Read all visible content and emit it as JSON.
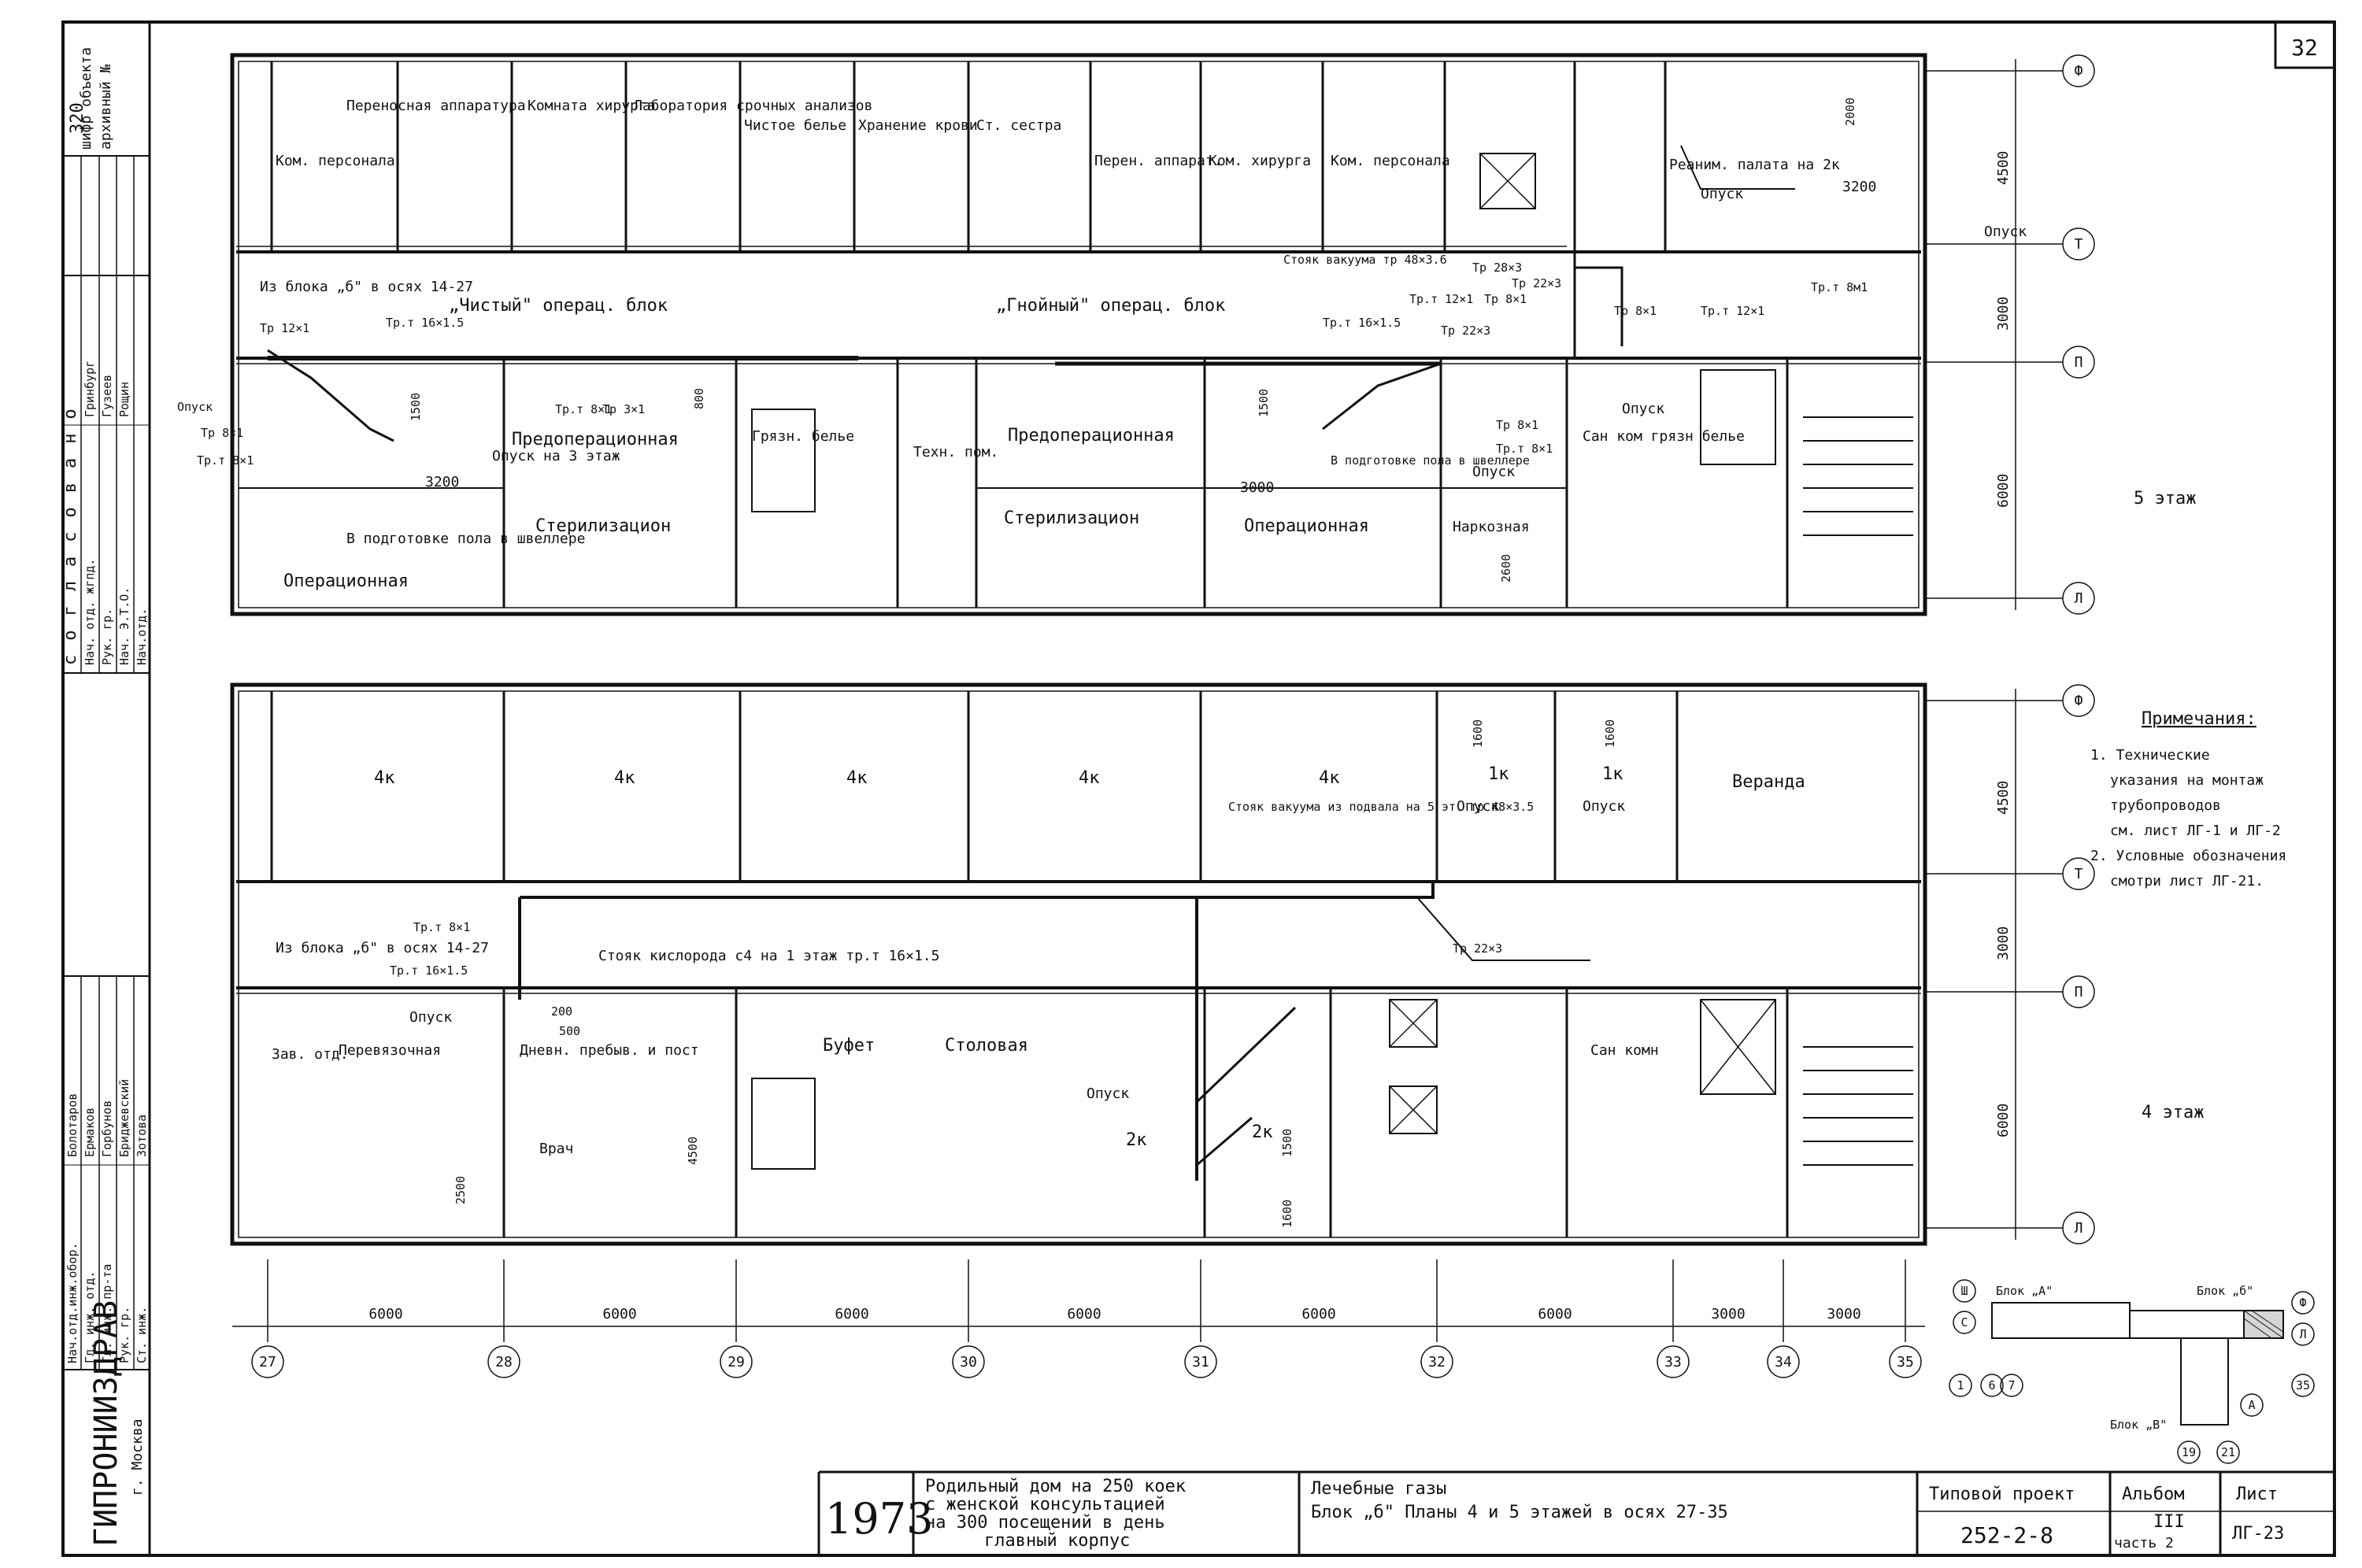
{
  "sheet": {
    "sheet_number": "32",
    "year": "1973",
    "project_name_lines": [
      "Родильный дом на 250 коек",
      "с женской консультацией",
      "на 300 посещений в день",
      "главный корпус"
    ],
    "drawing_title_lines": [
      "Лечебные газы",
      "Блок „б\" Планы 4 и 5 этажей в осях 27-35"
    ],
    "typical_project_label": "Типовой проект",
    "typical_project_number": "252-2-8",
    "album_label": "Альбом",
    "album_number": "III",
    "album_part": "часть 2",
    "list_label": "Лист",
    "list_number": "ЛГ-23",
    "org_name": "ГИПРОНИИЗДРАВ",
    "org_city": "г. Москва",
    "agreed_label": "согласовано",
    "object_code_labels": [
      "шифр объекта",
      "архивный №"
    ],
    "object_code_value": "320"
  },
  "approval": {
    "upper_roles": [
      "Нач.отд.",
      "Нач. отд. жгпд.",
      "Рук. гр.",
      "Нач. Э.Т.О."
    ],
    "upper_names": [
      "Гринбург",
      "Гузеев",
      "Рощин"
    ],
    "lower_roles": [
      "Нач.отд.инж.обор.",
      "Гл. инж. отд.",
      "Гл. инж. пр-та",
      "Рук. гр.",
      "Ст. инж."
    ],
    "lower_names": [
      "Болотаров",
      "Ермаков",
      "Горбунов",
      "Бриджевский",
      "Зотова"
    ]
  },
  "floor5": {
    "floor_label": "5 этаж",
    "rooms": [
      "Ком. персонала",
      "Переносная аппаратура",
      "Комната хирурга",
      "Лаборатория срочных анализов",
      "Чистое белье",
      "Хранение крови",
      "Ст. сестра",
      "Перен. аппарат.",
      "Ком. хирурга",
      "Ком. персонала",
      "Реаним. палата на 2к",
      "Грязн. белье",
      "Техн. пом.",
      "Предоперационная",
      "Предоперационная",
      "Стерилизацион",
      "Операционная",
      "Стерилизацион",
      "Операционная",
      "Наркозная",
      "Сан ком грязн белье"
    ],
    "zone_labels": [
      "„Чистый\" операц. блок",
      "„Гнойный\" операц. блок"
    ],
    "notes": [
      "Из блока „б\" в осях 14-27",
      "Тр 12×1",
      "Тр.т 16×1.5",
      "Опуск",
      "Тр 8×1",
      "Тр.т 8×1",
      "Тр.т 8×1",
      "Тр 3×1",
      "Опуск на 3 этаж",
      "В подготовке пола в швеллере",
      "В подготовке пола в швеллере",
      "Стояк вакуума тр 48×3.6",
      "Тр 28×3",
      "Тр 22×3",
      "Тр.т 12×1",
      "Тр 8×1",
      "Тр.т 16×1.5",
      "Тр 22×3",
      "Тр 8×1",
      "Тр.т 8×1",
      "Опуск",
      "Опуск",
      "Опуск",
      "Опуск",
      "Тр 8×1",
      "Тр.т 12×1",
      "Тр.т 8м1"
    ],
    "dims": [
      "3200",
      "1500",
      "800",
      "1500",
      "3000",
      "2600",
      "3200",
      "2000"
    ]
  },
  "floor4": {
    "floor_label": "4 этаж",
    "rooms": [
      "4к",
      "4к",
      "4к",
      "4к",
      "4к",
      "1к",
      "1к",
      "Веранда",
      "Зав. отд.",
      "Перевязочная",
      "Дневн. пребыв. и пост",
      "Врач",
      "Буфет",
      "Столовая",
      "2к",
      "2к",
      "Сан комн"
    ],
    "notes": [
      "Из блока „б\" в осях 14-27",
      "Тр.т 8×1",
      "Тр.т 16×1.5",
      "Стояк кислорода с4 на 1 этаж тр.т 16×1.5",
      "Опуск",
      "Стояк вакуума из подвала на 5 эт. тр 48×3.5",
      "Опуск",
      "Опуск",
      "Тр 22×3",
      "Опуск"
    ],
    "dims": [
      "200",
      "500",
      "2500",
      "4500",
      "1600",
      "1600",
      "1500",
      "1600"
    ]
  },
  "notes_block": {
    "heading": "Примечания:",
    "lines": [
      "1. Технические",
      "указания на монтаж",
      "трубопроводов",
      "см. лист ЛГ-1 и ЛГ-2",
      "2. Условные обозначения",
      "смотри лист ЛГ-21."
    ]
  },
  "axes": {
    "bottom": [
      "27",
      "28",
      "29",
      "30",
      "31",
      "32",
      "33",
      "34",
      "35"
    ],
    "bottom_dims": [
      "6000",
      "6000",
      "6000",
      "6000",
      "6000",
      "6000",
      "3000",
      "3000"
    ],
    "right": [
      "Ф",
      "Т",
      "П",
      "Л"
    ],
    "right_dims": [
      "4500",
      "3000",
      "6000"
    ],
    "right_dims_lower": [
      "4500",
      "3000",
      "6000"
    ]
  },
  "key_plan": {
    "labels": [
      "Блок „А\"",
      "Блок „б\"",
      "Блок „В\""
    ],
    "axes": [
      "Ш",
      "С",
      "1",
      "6",
      "7",
      "19",
      "21",
      "35",
      "Ф",
      "Л",
      "А"
    ]
  }
}
